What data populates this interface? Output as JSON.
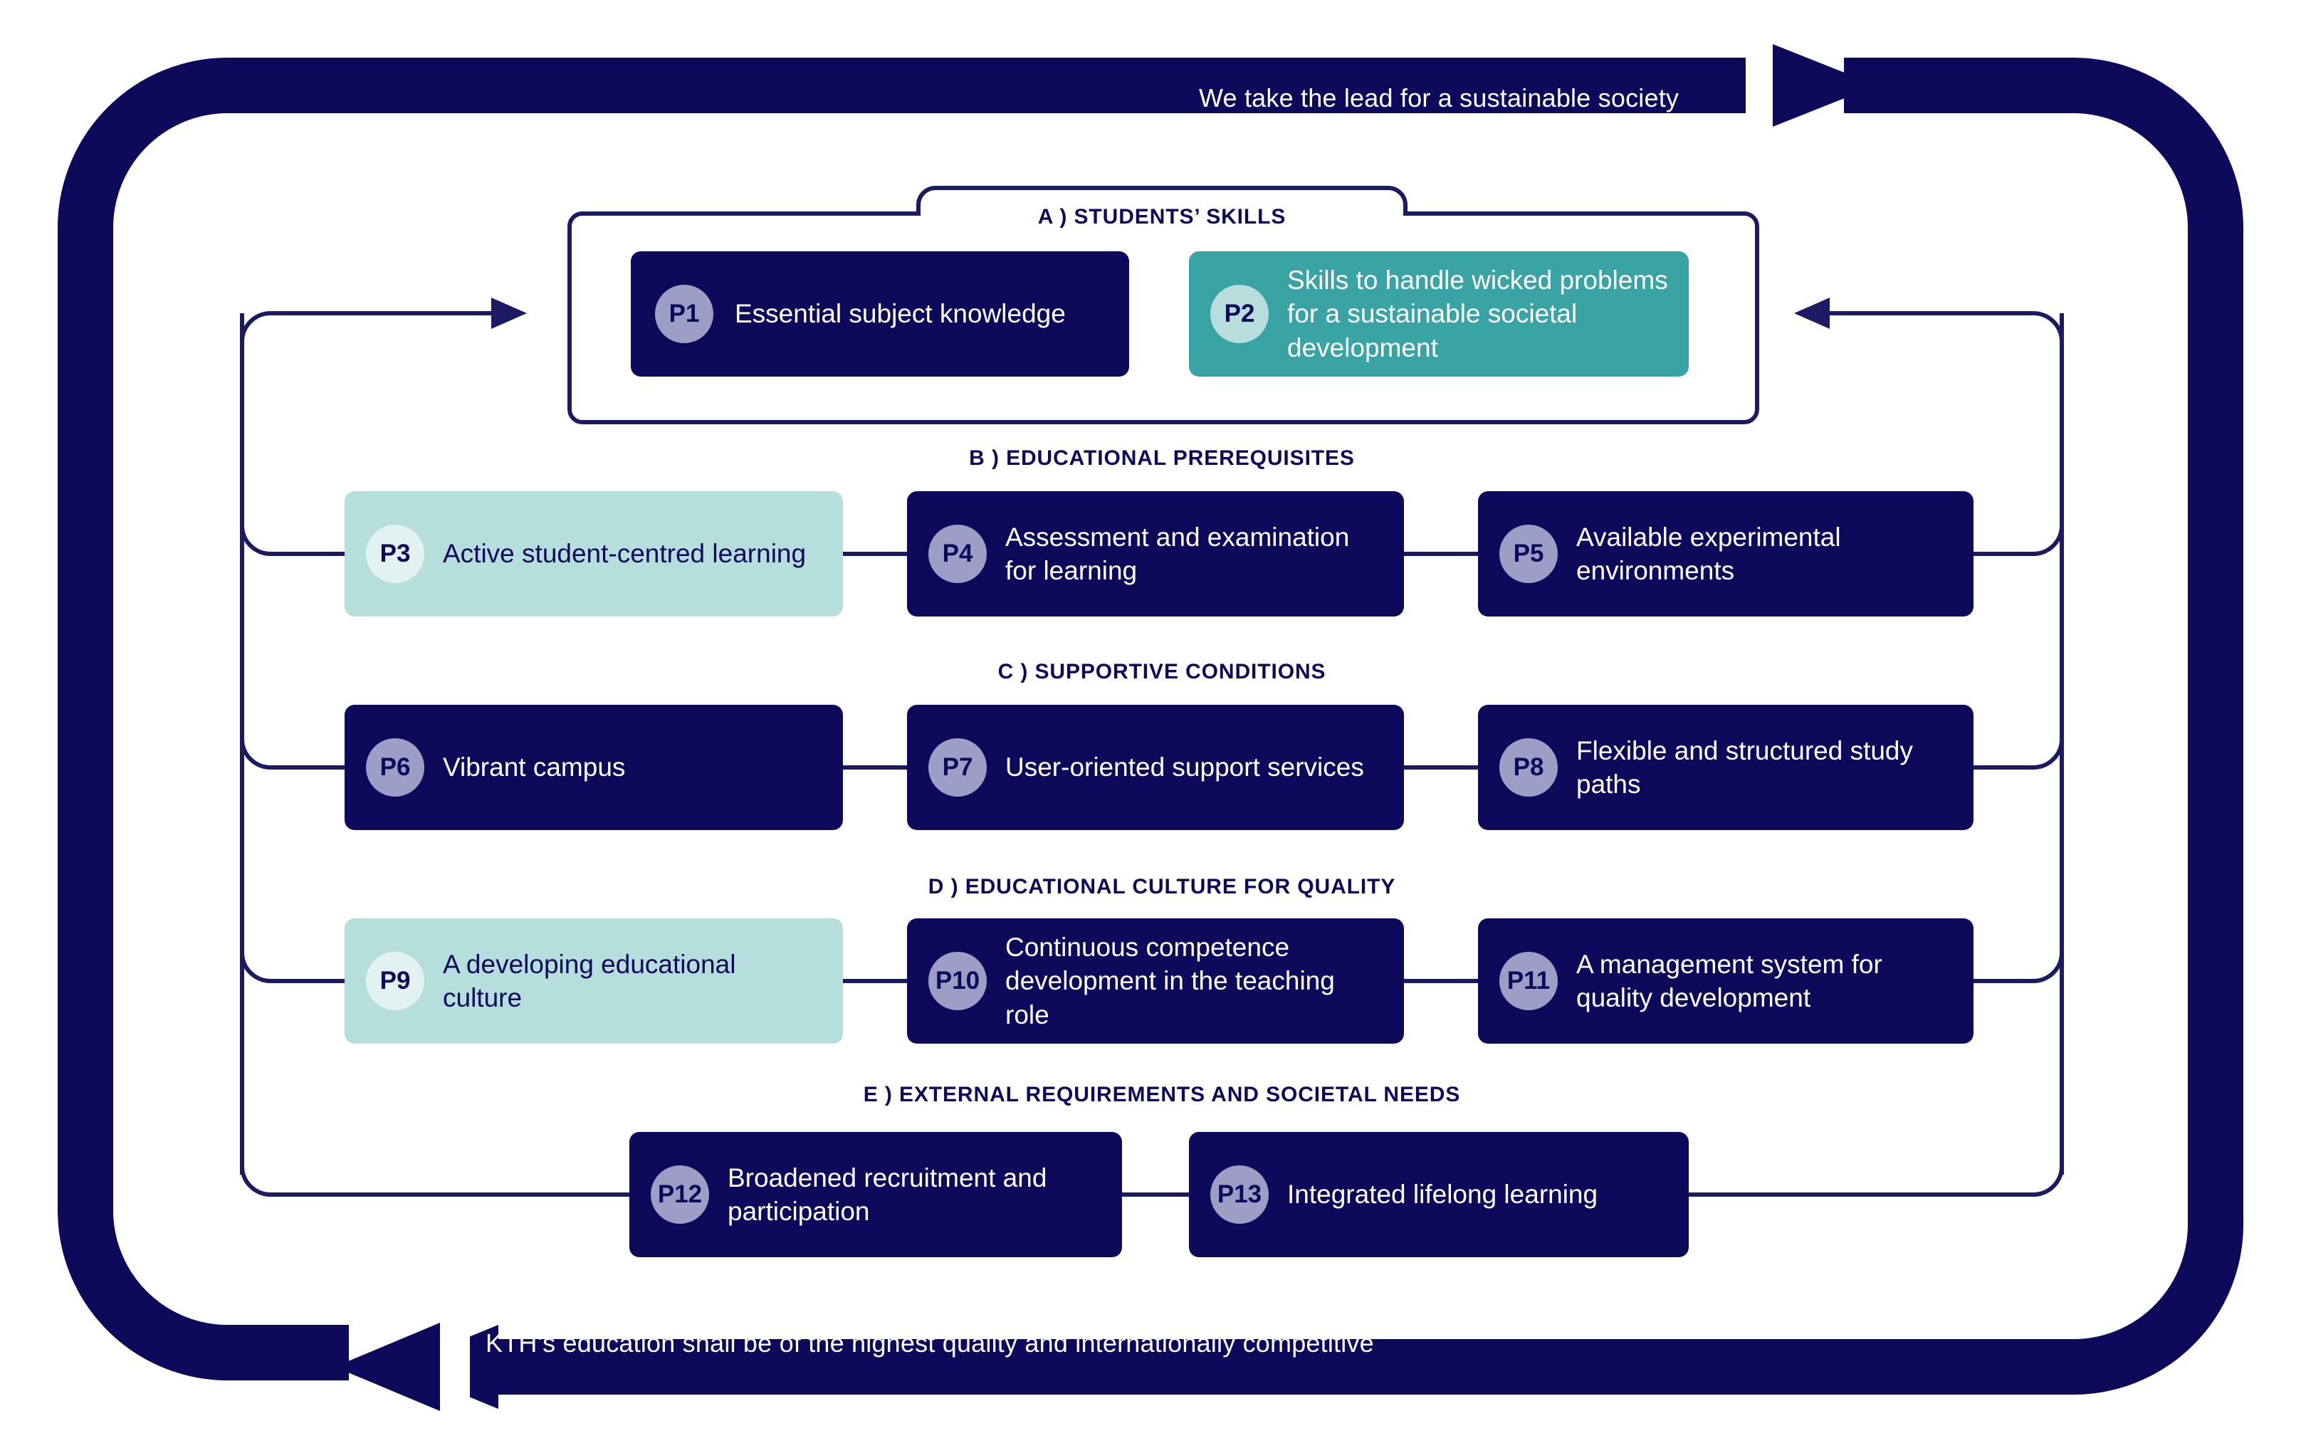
{
  "diagram": {
    "top_arrow": {
      "label": "We take the lead for a sustainable society",
      "direction": "right"
    },
    "bottom_arrow": {
      "label": "KTH’s education shall be of the highest quality and internationally competitive",
      "direction": "left"
    },
    "colors": {
      "navy": "#0d0a5c",
      "teal": "#3aa3a3",
      "light_teal": "#b5dedd",
      "periwinkle_badge": "#9d9dc6",
      "pale_teal_badge": "#b7dedd",
      "very_pale_badge": "#e2f2f1",
      "white": "#ffffff"
    },
    "sections": [
      {
        "id": "a",
        "title": "A ) STUDENTS’ SKILLS",
        "framed": true,
        "items": [
          {
            "code": "P1",
            "label": "Essential subject knowledge",
            "style": "dark",
            "badge": "periwinkle"
          },
          {
            "code": "P2",
            "label": "Skills to handle wicked problems for a sustainable societal development",
            "style": "teal",
            "badge": "paleteal"
          }
        ]
      },
      {
        "id": "b",
        "title": "B ) EDUCATIONAL PREREQUISITES",
        "framed": false,
        "items": [
          {
            "code": "P3",
            "label": "Active student-centred learning",
            "style": "ltteal",
            "badge": "verypale"
          },
          {
            "code": "P4",
            "label": "Assessment and examination for learning",
            "style": "dark",
            "badge": "periwinkle"
          },
          {
            "code": "P5",
            "label": "Available experimental environments",
            "style": "dark",
            "badge": "periwinkle"
          }
        ]
      },
      {
        "id": "c",
        "title": "C ) SUPPORTIVE CONDITIONS",
        "framed": false,
        "items": [
          {
            "code": "P6",
            "label": "Vibrant campus",
            "style": "dark",
            "badge": "periwinkle"
          },
          {
            "code": "P7",
            "label": "User-oriented support services",
            "style": "dark",
            "badge": "periwinkle"
          },
          {
            "code": "P8",
            "label": "Flexible and structured study paths",
            "style": "dark",
            "badge": "periwinkle"
          }
        ]
      },
      {
        "id": "d",
        "title": "D ) EDUCATIONAL CULTURE FOR QUALITY",
        "framed": false,
        "items": [
          {
            "code": "P9",
            "label": "A developing educational culture",
            "style": "ltteal",
            "badge": "verypale"
          },
          {
            "code": "P10",
            "label": "Continuous competence development in the teaching role",
            "style": "dark",
            "badge": "periwinkle"
          },
          {
            "code": "P11",
            "label": "A management system for quality development",
            "style": "dark",
            "badge": "periwinkle"
          }
        ]
      },
      {
        "id": "e",
        "title": "E ) EXTERNAL REQUIREMENTS AND SOCIETAL NEEDS",
        "framed": false,
        "items": [
          {
            "code": "P12",
            "label": "Broadened recruitment and participation",
            "style": "dark",
            "badge": "periwinkle"
          },
          {
            "code": "P13",
            "label": "Integrated lifelong learning",
            "style": "dark",
            "badge": "periwinkle"
          }
        ]
      }
    ]
  }
}
